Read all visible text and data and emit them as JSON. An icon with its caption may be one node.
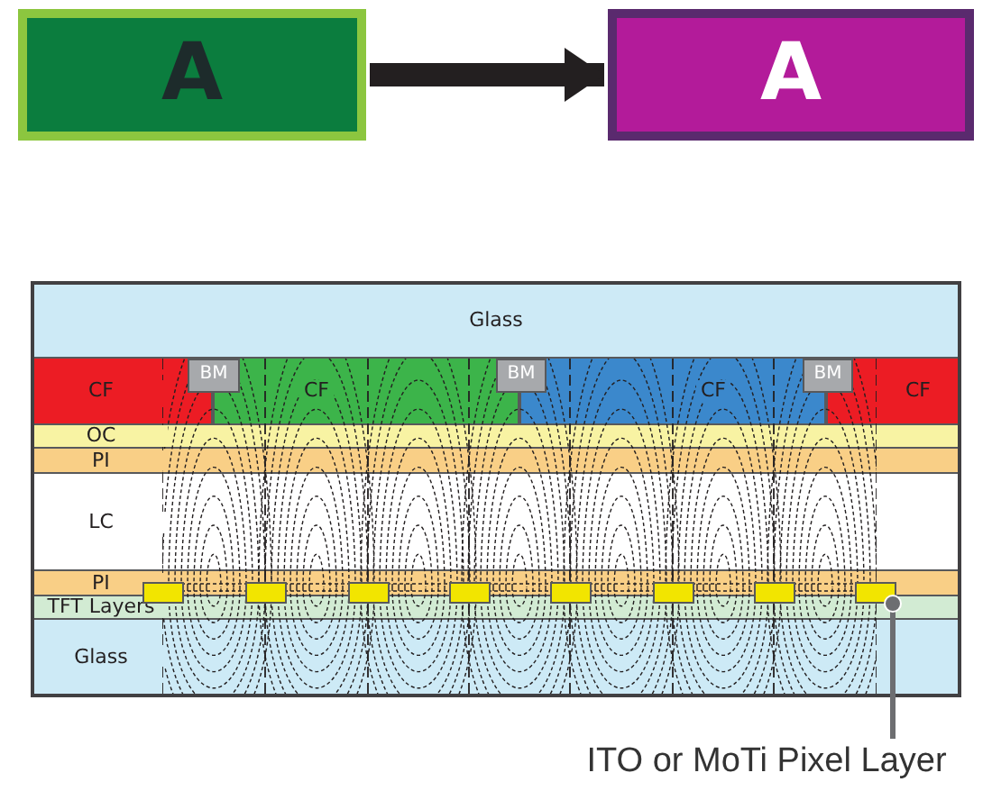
{
  "diagram": {
    "nodes": [
      {
        "text": [
          "A"
        ]
      },
      {
        "text": [
          "A"
        ]
      },
      {
        "text": [
          "Glass"
        ]
      },
      {
        "text": [
          "CF"
        ]
      },
      {
        "text": [
          "BM"
        ]
      },
      {
        "text": [
          "CF"
        ]
      },
      {
        "text": [
          "BM"
        ]
      },
      {
        "text": [
          "CF"
        ]
      },
      {
        "text": [
          "BM"
        ]
      },
      {
        "text": [
          "CF"
        ]
      },
      {
        "text": [
          "OC"
        ]
      },
      {
        "text": [
          "PI"
        ]
      },
      {
        "text": [
          "LC"
        ]
      },
      {
        "text": [
          "PI"
        ]
      },
      {
        "text": [],
        "shape": "bar"
      },
      {
        "text": [
          "TFT Layers"
        ]
      },
      {
        "text": [
          "Glass"
        ]
      },
      {
        "text": [
          "ITO or MoTi Pixel Layer"
        ]
      }
    ],
    "edges": [
      {
        "from": 0,
        "to": 1,
        "arrow": "to",
        "style": "thick"
      },
      {
        "from": 17,
        "to": 14,
        "arrow": "other",
        "color": "#6d6e71"
      }
    ]
  }
}
